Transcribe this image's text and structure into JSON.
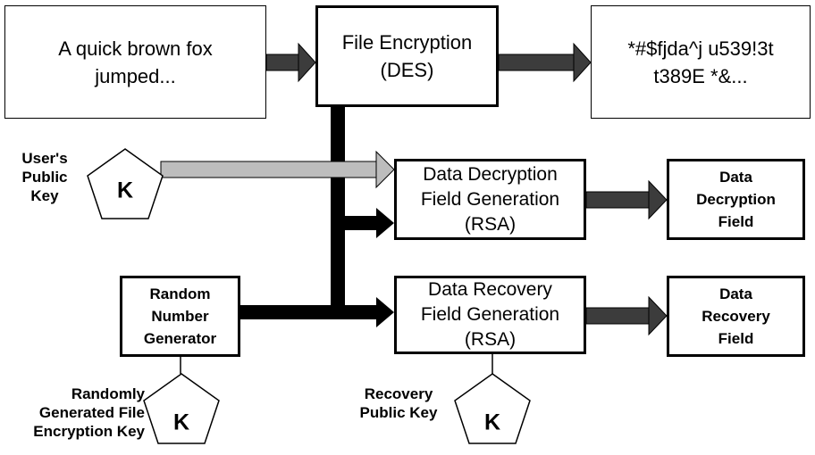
{
  "plaintext": {
    "line1": "A quick brown fox",
    "line2": "jumped..."
  },
  "file_encryption": {
    "line1": "File Encryption",
    "line2": "(DES)"
  },
  "ciphertext": {
    "line1": "*#$fjda^j u539!3t",
    "line2": "t389E *&..."
  },
  "ddf_generation": {
    "line1": "Data Decryption",
    "line2": "Field Generation",
    "line3": "(RSA)"
  },
  "drf_generation": {
    "line1": "Data Recovery",
    "line2": "Field Generation",
    "line3": "(RSA)"
  },
  "ddf_output": {
    "line1": "Data",
    "line2": "Decryption",
    "line3": "Field"
  },
  "drf_output": {
    "line1": "Data",
    "line2": "Recovery",
    "line3": "Field"
  },
  "rng": {
    "line1": "Random",
    "line2": "Number",
    "line3": "Generator"
  },
  "users_public_key": {
    "label_line1": "User's",
    "label_line2": "Public",
    "label_line3": "Key",
    "symbol": "K"
  },
  "file_encryption_key": {
    "label_line1": "Randomly",
    "label_line2": "Generated File",
    "label_line3": "Encryption Key",
    "symbol": "K"
  },
  "recovery_public_key": {
    "label_line1": "Recovery",
    "label_line2": "Public Key",
    "symbol": "K"
  },
  "colors": {
    "arrow_dark": "#3c3c3c",
    "arrow_light": "#bdbdbd",
    "black": "#000000",
    "background": "#ffffff"
  },
  "icons": {
    "key": "pentagon-key-icon"
  }
}
